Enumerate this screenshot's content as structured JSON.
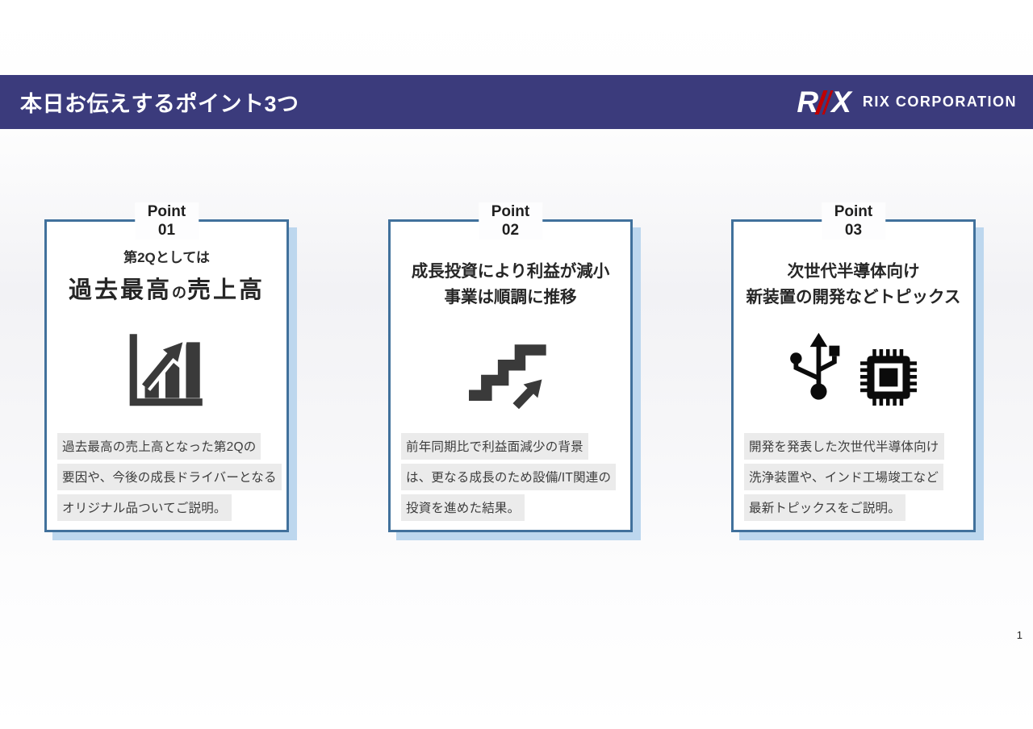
{
  "header": {
    "title": "本日お伝えするポイント3つ",
    "logo_r": "R",
    "logo_x": "X",
    "logo_company": "RIX CORPORATION",
    "bg_color": "#3B3B7C"
  },
  "cards": [
    {
      "label": "Point",
      "number": "01",
      "title_sub": "第2Qとしては",
      "headline": {
        "a": "過去最高",
        "particle": "の",
        "b": "売上高"
      },
      "icon": "growth-bar-chart-icon",
      "body_lines": [
        "過去最高の売上高となった第2Qの",
        "要因や、今後の成長ドライバーとなる",
        "オリジナル品ついてご説明。"
      ]
    },
    {
      "label": "Point",
      "number": "02",
      "title_lines": [
        "成長投資により利益が減小",
        "事業は順調に推移"
      ],
      "icon": "rising-stairs-icon",
      "body_lines": [
        "前年同期比で利益面減少の背景",
        "は、更なる成長のため設備/IT関連の",
        "投資を進めた結果。"
      ]
    },
    {
      "label": "Point",
      "number": "03",
      "title_lines": [
        "次世代半導体向け",
        "新装置の開発などトピックス"
      ],
      "icon": "usb-and-chip-icon",
      "body_lines": [
        "開発を発表した次世代半導体向け",
        "洗浄装置や、インド工場竣工など",
        "最新トピックスをご説明。"
      ]
    }
  ],
  "page_number": "1",
  "colors": {
    "header_bg": "#3B3B7C",
    "card_border": "#41719C",
    "card_shadow": "#BDD7EE",
    "body_highlight": "#EBEBEB",
    "logo_red": "#C00000",
    "icon_gray": "#3A3A3A",
    "icon_black": "#0B0B0B"
  }
}
